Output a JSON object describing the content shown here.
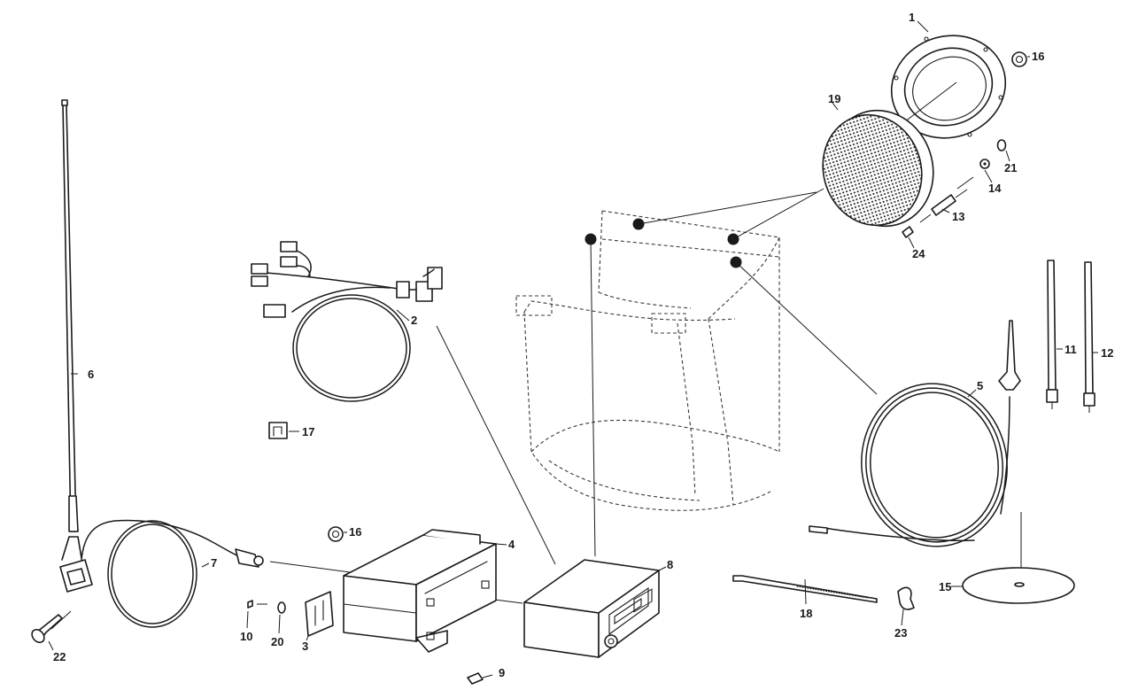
{
  "callouts": {
    "p1": "1",
    "p2": "2",
    "p3": "3",
    "p4": "4",
    "p5": "5",
    "p6": "6",
    "p7": "7",
    "p8": "8",
    "p9": "9",
    "p10": "10",
    "p11": "11",
    "p12": "12",
    "p13": "13",
    "p14": "14",
    "p15": "15",
    "p16a": "16",
    "p16b": "16",
    "p17": "17",
    "p18": "18",
    "p19": "19",
    "p20": "20",
    "p21": "21",
    "p22": "22",
    "p23": "23",
    "p24": "24"
  },
  "colors": {
    "ink": "#1a1a1a",
    "paper": "#ffffff"
  }
}
